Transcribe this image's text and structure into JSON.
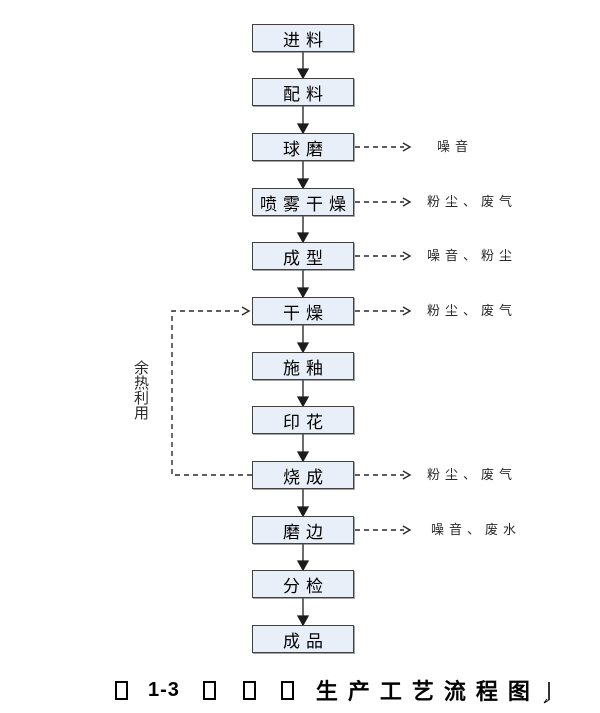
{
  "page": {
    "background": "#ffffff"
  },
  "flowchart": {
    "nodes": [
      {
        "label": "进料"
      },
      {
        "label": "配料"
      },
      {
        "label": "球磨",
        "emission": "噪音"
      },
      {
        "label": "喷雾干燥",
        "emission": "粉尘、废气"
      },
      {
        "label": "成型",
        "emission": "噪音、粉尘"
      },
      {
        "label": "干燥",
        "emission": "粉尘、废气"
      },
      {
        "label": "施釉"
      },
      {
        "label": "印花"
      },
      {
        "label": "烧成",
        "emission": "粉尘、废气"
      },
      {
        "label": "磨边",
        "emission": "噪音、废水"
      },
      {
        "label": "分检"
      },
      {
        "label": "成品"
      }
    ],
    "feedback_loop": {
      "label": "余热利用",
      "from_label": "烧成",
      "to_label": "干燥"
    },
    "colors": {
      "node_fill": "#e9eff8",
      "node_border": "#414141",
      "line": "#1c1c1c"
    }
  },
  "caption": {
    "figure_number": "1-3",
    "title": "生产工艺流程图",
    "missing_glyph_count": 4
  }
}
